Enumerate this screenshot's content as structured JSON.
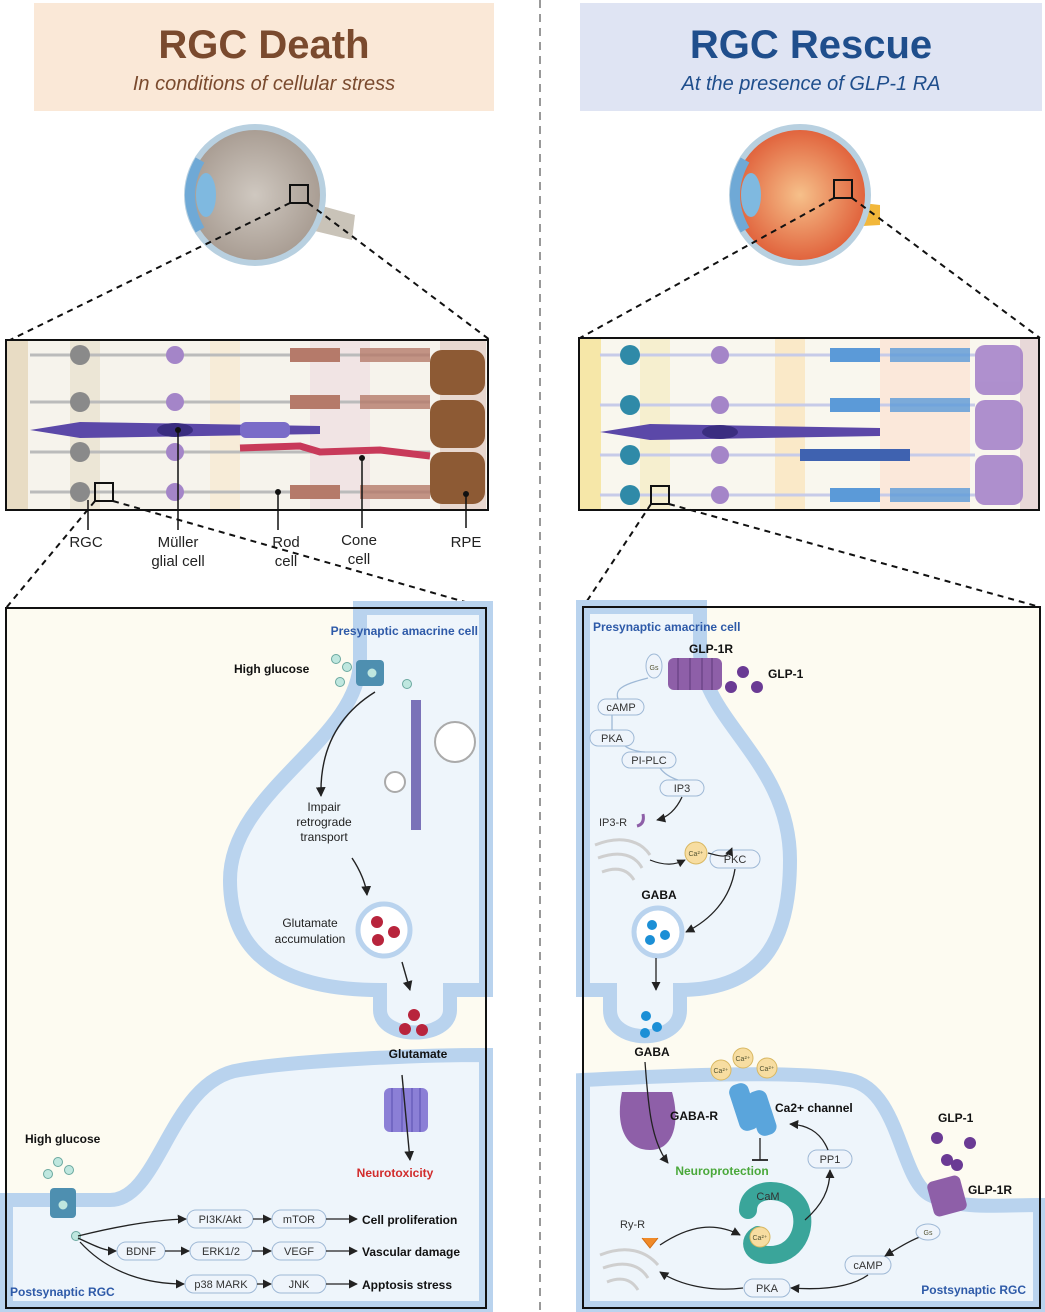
{
  "left": {
    "title": "RGC Death",
    "subtitle": "In conditions of cellular stress",
    "layer_labels": {
      "rgc": "RGC",
      "muller_1": "Müller",
      "muller_2": "glial cell",
      "rod_1": "Rod",
      "rod_2": "cell",
      "cone_1": "Cone",
      "cone_2": "cell",
      "rpe": "RPE"
    },
    "presynaptic": "Presynaptic amacrine cell",
    "postsynaptic": "Postsynaptic RGC",
    "high_glucose_pre": "High glucose",
    "high_glucose_post": "High glucose",
    "impair_1": "Impair",
    "impair_2": "retrograde",
    "impair_3": "transport",
    "glutamate_acc_1": "Glutamate",
    "glutamate_acc_2": "accumulation",
    "glutamate": "Glutamate",
    "neurotoxicity": "Neurotoxicity",
    "pathways": {
      "pi3k": "PI3K/Akt",
      "mtor": "mTOR",
      "cell_proliferation": "Cell proliferation",
      "bdnf": "BDNF",
      "erk": "ERK1/2",
      "vegf": "VEGF",
      "vascular_damage": "Vascular damage",
      "p38": "p38 MARK",
      "jnk": "JNK",
      "apoptosis": "Apptosis stress"
    }
  },
  "right": {
    "title": "RGC Rescue",
    "subtitle": "At the presence of GLP-1 RA",
    "presynaptic": "Presynaptic amacrine cell",
    "postsynaptic": "Postsynaptic RGC",
    "glp1r_pre": "GLP-1R",
    "glp1_pre": "GLP-1",
    "gs_pre": "Gs",
    "camp_pre": "cAMP",
    "pka_pre": "PKA",
    "piplc": "PI-PLC",
    "ip3": "IP3",
    "ip3r": "IP3-R",
    "ca": "Ca²⁺",
    "pkc": "PKC",
    "gaba_vesicle": "GABA",
    "gaba": "GABA",
    "gabar": "GABA-R",
    "ca_channel": "Ca2+ channel",
    "neuroprotection": "Neuroprotection",
    "pp1": "PP1",
    "cam": "CaM",
    "ryr": "Ry-R",
    "glp1_post": "GLP-1",
    "glp1r_post": "GLP-1R",
    "gs_post": "Gs",
    "camp_post": "cAMP",
    "pka_post": "PKA"
  },
  "colors": {
    "left_title": "#7a4a2e",
    "right_title": "#1f4e8c",
    "left_header_bg": "#fae8d7",
    "right_header_bg": "#dfe4f3",
    "neurotoxicity": "#d12b2b",
    "neuroprotection": "#4aa83a",
    "membrane": "#b9d3ee"
  },
  "icons": [
    "eye-icon",
    "receptor-icon",
    "vesicle-icon",
    "er-icon",
    "calmodulin-icon"
  ]
}
